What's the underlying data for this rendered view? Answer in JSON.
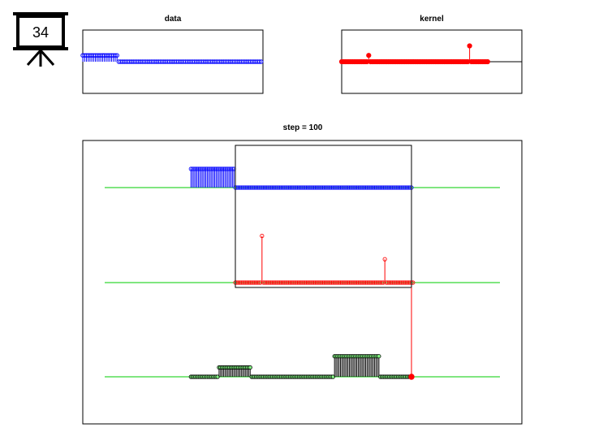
{
  "slide_badge": {
    "number": "34",
    "icon": "presentation-board-icon"
  },
  "chart_data": [
    {
      "type": "stem",
      "title": "data",
      "xlabel": "",
      "ylabel": "",
      "xlim": [
        0,
        100
      ],
      "ylim": [
        -1,
        1
      ],
      "grid": false,
      "color": "#0000ff",
      "values": [
        0.2,
        0.2,
        0.2,
        0.2,
        0.2,
        0.2,
        0.2,
        0.2,
        0.2,
        0.2,
        0.2,
        0.2,
        0.2,
        0.2,
        0.2,
        0.2,
        0.2,
        0.2,
        0.2,
        0.2,
        0,
        0,
        0,
        0,
        0,
        0,
        0,
        0,
        0,
        0,
        0,
        0,
        0,
        0,
        0,
        0,
        0,
        0,
        0,
        0,
        0,
        0,
        0,
        0,
        0,
        0,
        0,
        0,
        0,
        0,
        0,
        0,
        0,
        0,
        0,
        0,
        0,
        0,
        0,
        0,
        0,
        0,
        0,
        0,
        0,
        0,
        0,
        0,
        0,
        0,
        0,
        0,
        0,
        0,
        0,
        0,
        0,
        0,
        0,
        0,
        0,
        0,
        0,
        0,
        0,
        0,
        0,
        0,
        0,
        0,
        0,
        0,
        0,
        0,
        0,
        0,
        0,
        0,
        0,
        0
      ]
    },
    {
      "type": "stem",
      "title": "kernel",
      "xlabel": "",
      "ylabel": "",
      "xlim": [
        0,
        100
      ],
      "ylim": [
        -1,
        1
      ],
      "grid": false,
      "color": "#ff0000",
      "values": [
        0,
        0,
        0,
        0,
        0,
        0,
        0,
        0,
        0,
        0,
        0,
        0,
        0,
        0,
        0,
        0.2,
        0,
        0,
        0,
        0,
        0,
        0,
        0,
        0,
        0,
        0,
        0,
        0,
        0,
        0,
        0,
        0,
        0,
        0,
        0,
        0,
        0,
        0,
        0,
        0,
        0,
        0,
        0,
        0,
        0,
        0,
        0,
        0,
        0,
        0,
        0,
        0,
        0,
        0,
        0,
        0,
        0,
        0,
        0,
        0,
        0,
        0,
        0,
        0,
        0,
        0,
        0,
        0,
        0,
        0,
        0,
        0.5,
        0,
        0,
        0,
        0,
        0,
        0,
        0,
        0,
        0,
        0
      ]
    },
    {
      "type": "stem",
      "title": "step = 100",
      "xlabel": "",
      "ylabel": "",
      "xlim": [
        -100,
        200
      ],
      "ylim": [
        -1.5,
        1.5
      ],
      "grid": false,
      "baseline_color": "#00cc00",
      "window": {
        "x": [
          0,
          119
        ]
      },
      "series": [
        {
          "color": "#0000ff",
          "offset": 1.0,
          "x_start": -30,
          "values": [
            0.2,
            0.2,
            0.2,
            0.2,
            0.2,
            0.2,
            0.2,
            0.2,
            0.2,
            0.2,
            0.2,
            0.2,
            0.2,
            0.2,
            0.2,
            0.2,
            0.2,
            0.2,
            0.2,
            0.2,
            0.2,
            0.2,
            0.2,
            0.2,
            0.2,
            0.2,
            0.2,
            0.2,
            0.2,
            0.2,
            0,
            0,
            0,
            0,
            0,
            0,
            0,
            0,
            0,
            0,
            0,
            0,
            0,
            0,
            0,
            0,
            0,
            0,
            0,
            0,
            0,
            0,
            0,
            0,
            0,
            0,
            0,
            0,
            0,
            0,
            0,
            0,
            0,
            0,
            0,
            0,
            0,
            0,
            0,
            0,
            0,
            0,
            0,
            0,
            0,
            0,
            0,
            0,
            0,
            0,
            0,
            0,
            0,
            0,
            0,
            0,
            0,
            0,
            0,
            0,
            0,
            0,
            0,
            0,
            0,
            0,
            0,
            0,
            0,
            0,
            0,
            0,
            0,
            0,
            0,
            0,
            0,
            0,
            0,
            0,
            0,
            0,
            0,
            0,
            0,
            0,
            0,
            0,
            0,
            0,
            0,
            0,
            0,
            0,
            0,
            0,
            0,
            0,
            0,
            0,
            0,
            0,
            0,
            0,
            0,
            0,
            0,
            0,
            0,
            0,
            0,
            0,
            0,
            0,
            0,
            0,
            0,
            0,
            0,
            0
          ]
        },
        {
          "color": "#ff0000",
          "offset": 0.0,
          "x_start": 0,
          "values": [
            0,
            0,
            0,
            0,
            0,
            0,
            0,
            0,
            0,
            0,
            0,
            0,
            0,
            0,
            0,
            0,
            0,
            0,
            0.5,
            0,
            0,
            0,
            0,
            0,
            0,
            0,
            0,
            0,
            0,
            0,
            0,
            0,
            0,
            0,
            0,
            0,
            0,
            0,
            0,
            0,
            0,
            0,
            0,
            0,
            0,
            0,
            0,
            0,
            0,
            0,
            0,
            0,
            0,
            0,
            0,
            0,
            0,
            0,
            0,
            0,
            0,
            0,
            0,
            0,
            0,
            0,
            0,
            0,
            0,
            0,
            0,
            0,
            0,
            0,
            0,
            0,
            0,
            0,
            0,
            0,
            0,
            0,
            0,
            0,
            0,
            0,
            0,
            0,
            0,
            0,
            0,
            0,
            0,
            0,
            0,
            0,
            0,
            0,
            0,
            0,
            0,
            0.25,
            0,
            0,
            0,
            0,
            0,
            0,
            0,
            0,
            0,
            0,
            0,
            0,
            0,
            0,
            0,
            0,
            0,
            0,
            0
          ]
        },
        {
          "color": "#000000",
          "fill": "#88ff88",
          "offset": -1.0,
          "x_start": -30,
          "values": [
            0,
            0,
            0,
            0,
            0,
            0,
            0,
            0,
            0,
            0,
            0,
            0,
            0,
            0,
            0,
            0,
            0,
            0,
            0,
            0.1,
            0.1,
            0.1,
            0.1,
            0.1,
            0.1,
            0.1,
            0.1,
            0.1,
            0.1,
            0.1,
            0.1,
            0.1,
            0.1,
            0.1,
            0.1,
            0.1,
            0.1,
            0.1,
            0.1,
            0.1,
            0.1,
            0,
            0,
            0,
            0,
            0,
            0,
            0,
            0,
            0,
            0,
            0,
            0,
            0,
            0,
            0,
            0,
            0,
            0,
            0,
            0,
            0,
            0,
            0,
            0,
            0,
            0,
            0,
            0,
            0,
            0,
            0,
            0,
            0,
            0,
            0,
            0,
            0,
            0,
            0,
            0,
            0,
            0,
            0,
            0,
            0,
            0,
            0,
            0,
            0,
            0,
            0,
            0,
            0,
            0,
            0,
            0,
            0.22,
            0.22,
            0.22,
            0.22,
            0.22,
            0.22,
            0.22,
            0.22,
            0.22,
            0.22,
            0.22,
            0.22,
            0.22,
            0.22,
            0.22,
            0.22,
            0.22,
            0.22,
            0.22,
            0.22,
            0.22,
            0.22,
            0.22,
            0.22,
            0.22,
            0.22,
            0.22,
            0.22,
            0.22,
            0.22,
            0.22,
            0,
            0,
            0,
            0,
            0,
            0,
            0,
            0,
            0,
            0,
            0,
            0,
            0,
            0,
            0,
            0,
            0,
            0,
            0,
            0,
            0
          ]
        }
      ],
      "current_output": {
        "x": 119,
        "color": "#ff0000"
      }
    }
  ]
}
